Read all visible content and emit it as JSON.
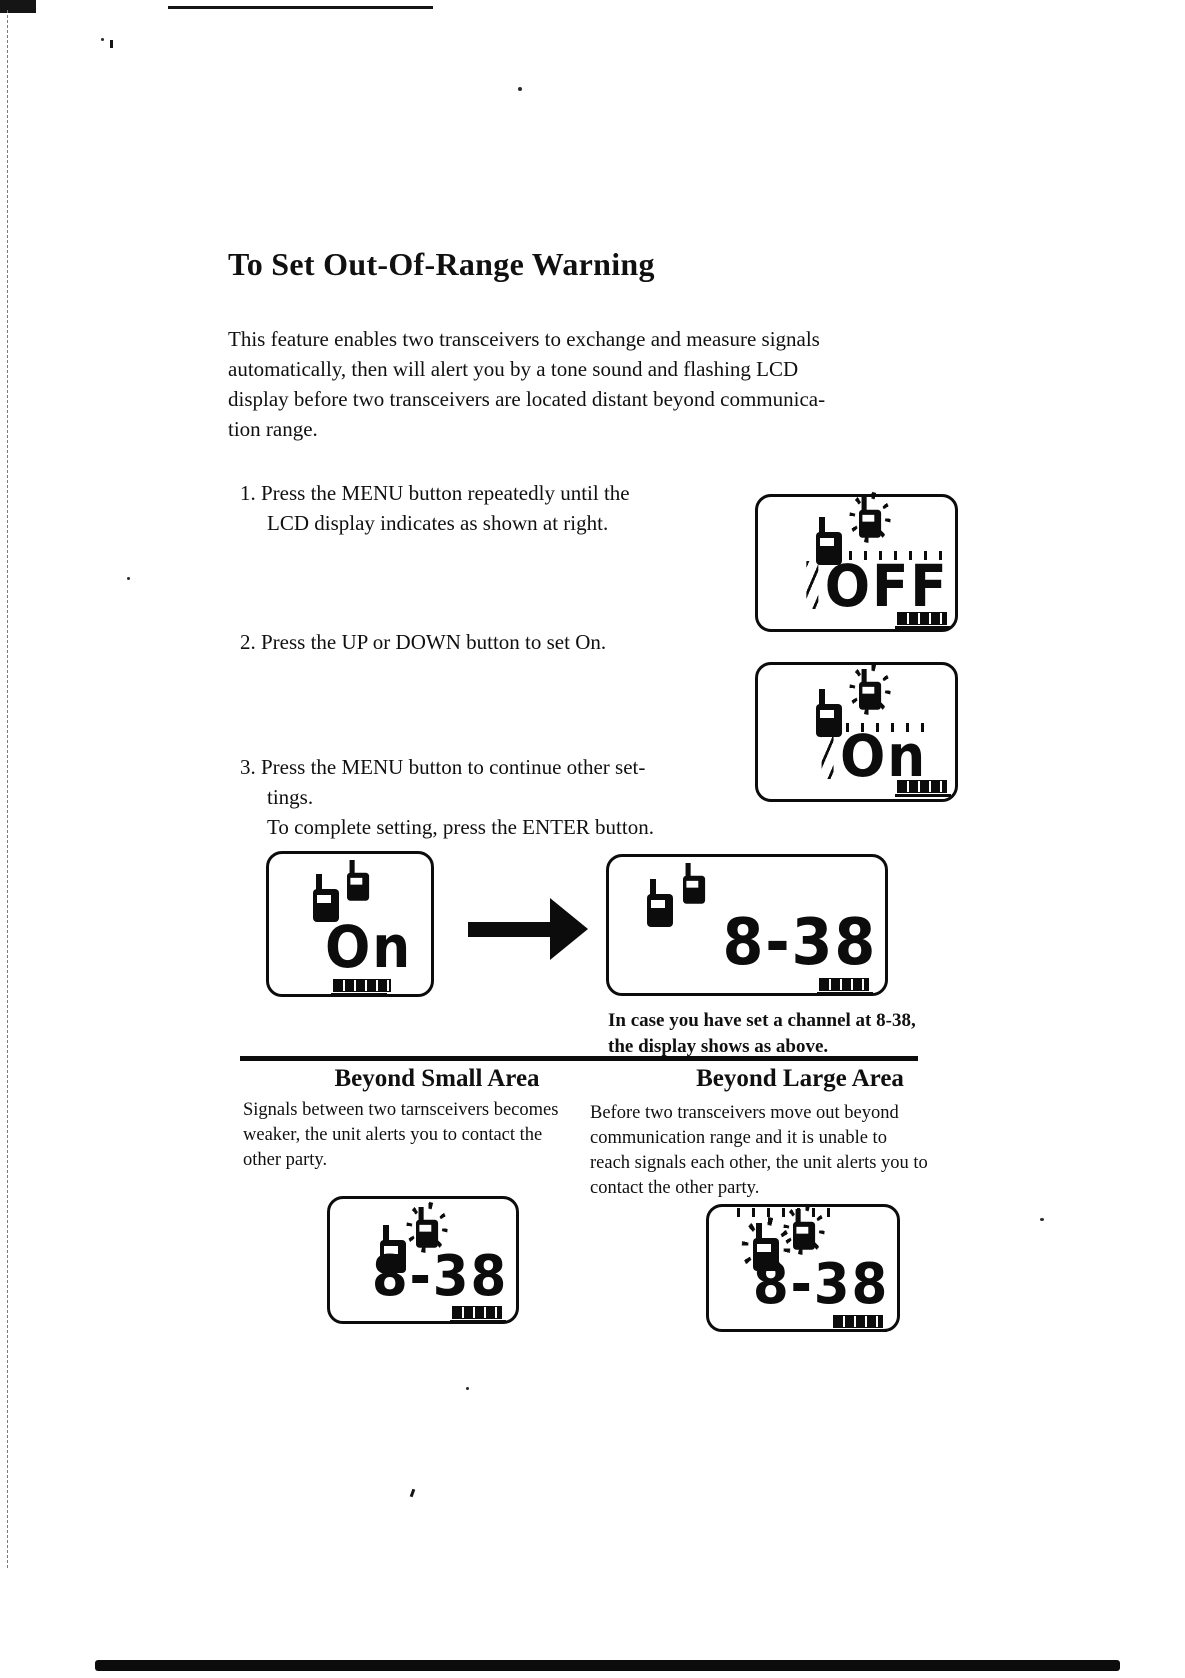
{
  "doc": {
    "title": "To Set Out-Of-Range Warning",
    "intro_lines": [
      "This feature enables two transceivers to exchange and measure signals",
      "automatically, then will alert you by a tone sound and flashing LCD",
      "display before two transceivers are located distant beyond communica-",
      "tion range."
    ],
    "steps": [
      {
        "num": "1.",
        "lines": [
          "Press the MENU button repeatedly until the",
          "LCD display indicates as shown at right."
        ]
      },
      {
        "num": "2.",
        "lines": [
          "Press the UP or DOWN button to set On."
        ]
      },
      {
        "num": "3.",
        "lines": [
          "Press the MENU button to continue other set-",
          "tings.",
          "To complete setting, press the ENTER button."
        ]
      }
    ],
    "lcds": {
      "step1": "OFF",
      "step2": "On",
      "confirm_before": "On",
      "confirm_after": "8-38",
      "beyond_small": "8-38",
      "beyond_large": "8-38"
    },
    "caption_lines": [
      "In case you have set a channel at 8-38,",
      "the display shows as above."
    ],
    "columns": {
      "small": {
        "heading": "Beyond Small Area",
        "lines": [
          "Signals between two tarnsceivers becomes",
          "weaker, the unit alerts you to contact the",
          "other party."
        ]
      },
      "large": {
        "heading": "Beyond Large Area",
        "lines": [
          "Before two transceivers move out beyond",
          "communication range and it is unable to",
          "reach signals each other, the unit alerts you to",
          "contact the other party."
        ]
      }
    },
    "colors": {
      "ink": "#0c0c0c",
      "paper": "#ffffff"
    }
  }
}
